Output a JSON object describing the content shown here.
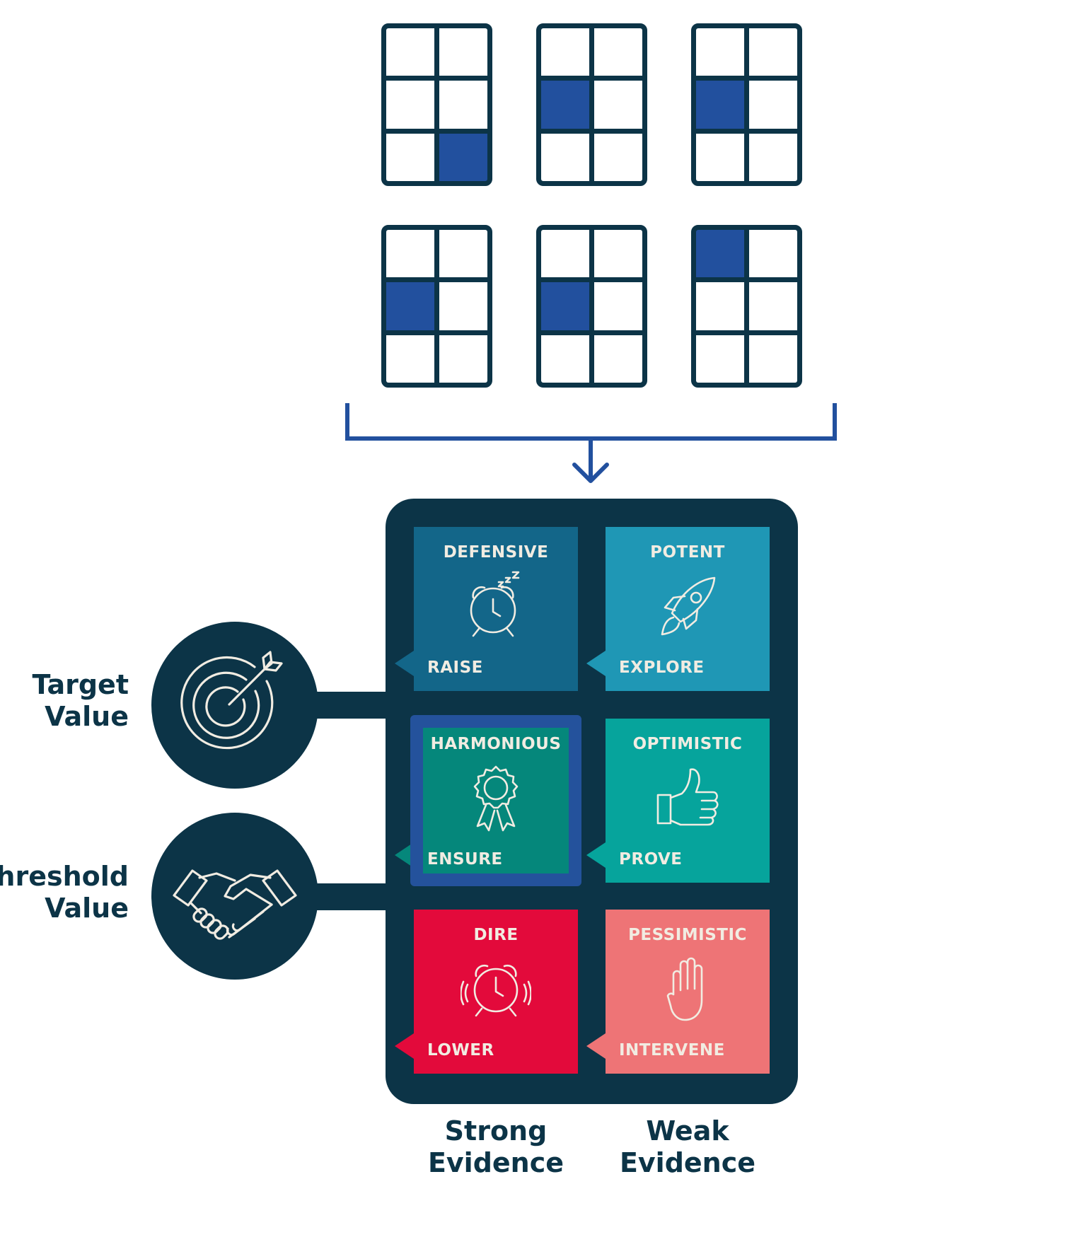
{
  "mini_grids": [
    {
      "highlight": [
        2,
        1
      ]
    },
    {
      "highlight": [
        1,
        0
      ]
    },
    {
      "highlight": [
        1,
        0
      ]
    },
    {
      "highlight": [
        1,
        0
      ]
    },
    {
      "highlight": [
        1,
        0
      ]
    },
    {
      "highlight": [
        0,
        0
      ]
    }
  ],
  "matrix": {
    "cells": [
      {
        "key": "defensive",
        "title": "DEFENSIVE",
        "action": "RAISE",
        "icon": "sleeping-alarm-clock-icon",
        "color": "#136689"
      },
      {
        "key": "potent",
        "title": "POTENT",
        "action": "EXPLORE",
        "icon": "rocket-icon",
        "color": "#1f97b5"
      },
      {
        "key": "harmonious",
        "title": "HARMONIOUS",
        "action": "ENSURE",
        "icon": "award-ribbon-icon",
        "color": "#05877b"
      },
      {
        "key": "optimistic",
        "title": "OPTIMISTIC",
        "action": "PROVE",
        "icon": "thumbs-up-icon",
        "color": "#06a49c"
      },
      {
        "key": "dire",
        "title": "DIRE",
        "action": "LOWER",
        "icon": "ringing-alarm-clock-icon",
        "color": "#e30a3b"
      },
      {
        "key": "pessimistic",
        "title": "PESSIMISTIC",
        "action": "INTERVENE",
        "icon": "stop-hand-icon",
        "color": "#ee7476"
      }
    ],
    "highlighted_cell": "harmonious",
    "highlight_color": "#24529c"
  },
  "rows": {
    "target": {
      "line1": "Target",
      "line2": "Value",
      "icon": "target-dart-icon"
    },
    "threshold": {
      "line1": "Threshold",
      "line2": "Value",
      "icon": "handshake-icon"
    }
  },
  "columns": {
    "strong": {
      "line1": "Strong",
      "line2": "Evidence"
    },
    "weak": {
      "line1": "Weak",
      "line2": "Evidence"
    }
  },
  "colors": {
    "navy": "#0c3447",
    "blue": "#22509e",
    "cream": "#f1ece2"
  }
}
